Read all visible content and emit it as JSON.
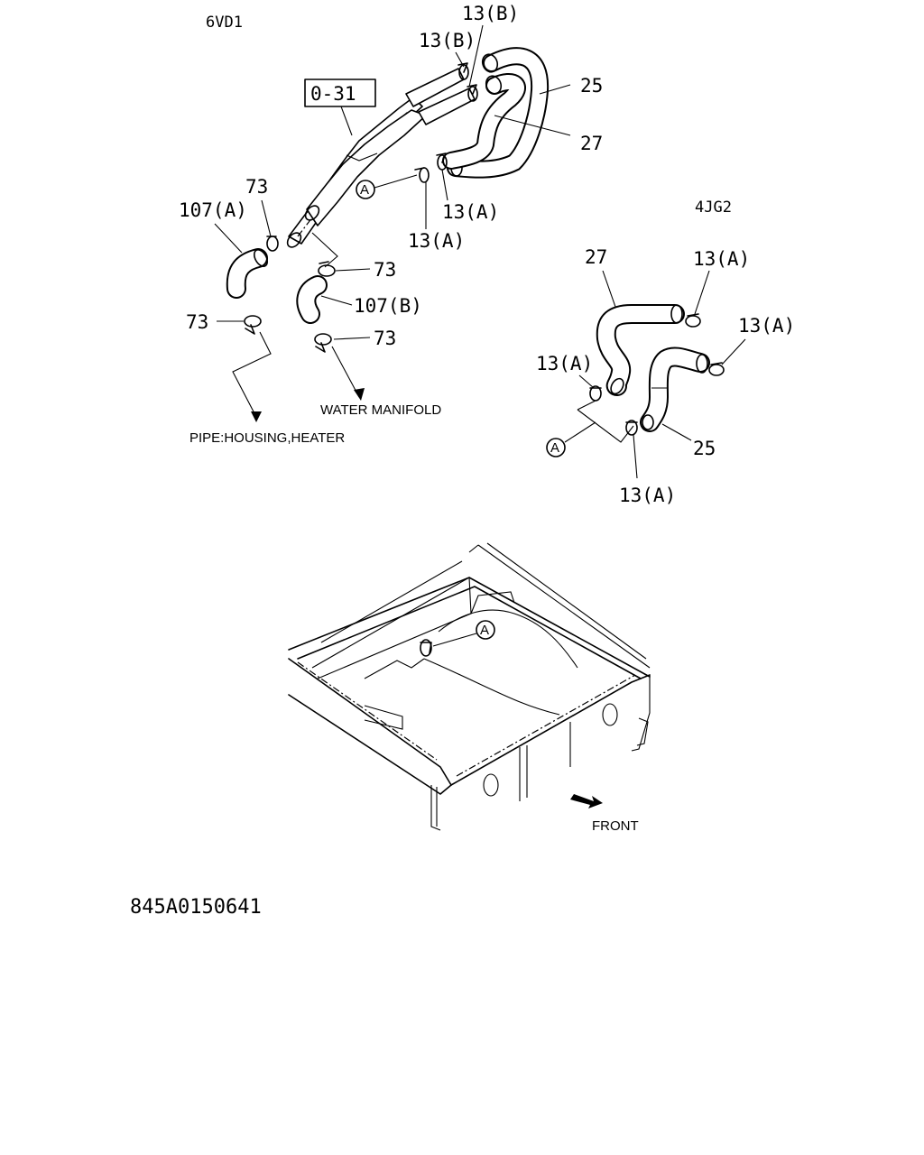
{
  "engine_labels": {
    "left": "6VD1",
    "right": "4JG2"
  },
  "ref_box": "0-31",
  "parts": {
    "p13b_top": "13(B)",
    "p13b_mid": "13(B)",
    "p25": "25",
    "p27": "27",
    "p73_a": "73",
    "p107a": "107(A)",
    "p13a_1": "13(A)",
    "p13a_2": "13(A)",
    "p73_b": "73",
    "p107b": "107(B)",
    "p73_c": "73",
    "p73_d": "73",
    "r27": "27",
    "r13a_1": "13(A)",
    "r13a_2": "13(A)",
    "r13a_3": "13(A)",
    "r25": "25",
    "r13a_4": "13(A)"
  },
  "callout_letter": "A",
  "destinations": {
    "water_manifold": "WATER MANIFOLD",
    "pipe_housing": "PIPE:HOUSING,HEATER",
    "front": "FRONT"
  },
  "drawing_number": "845A0150641"
}
